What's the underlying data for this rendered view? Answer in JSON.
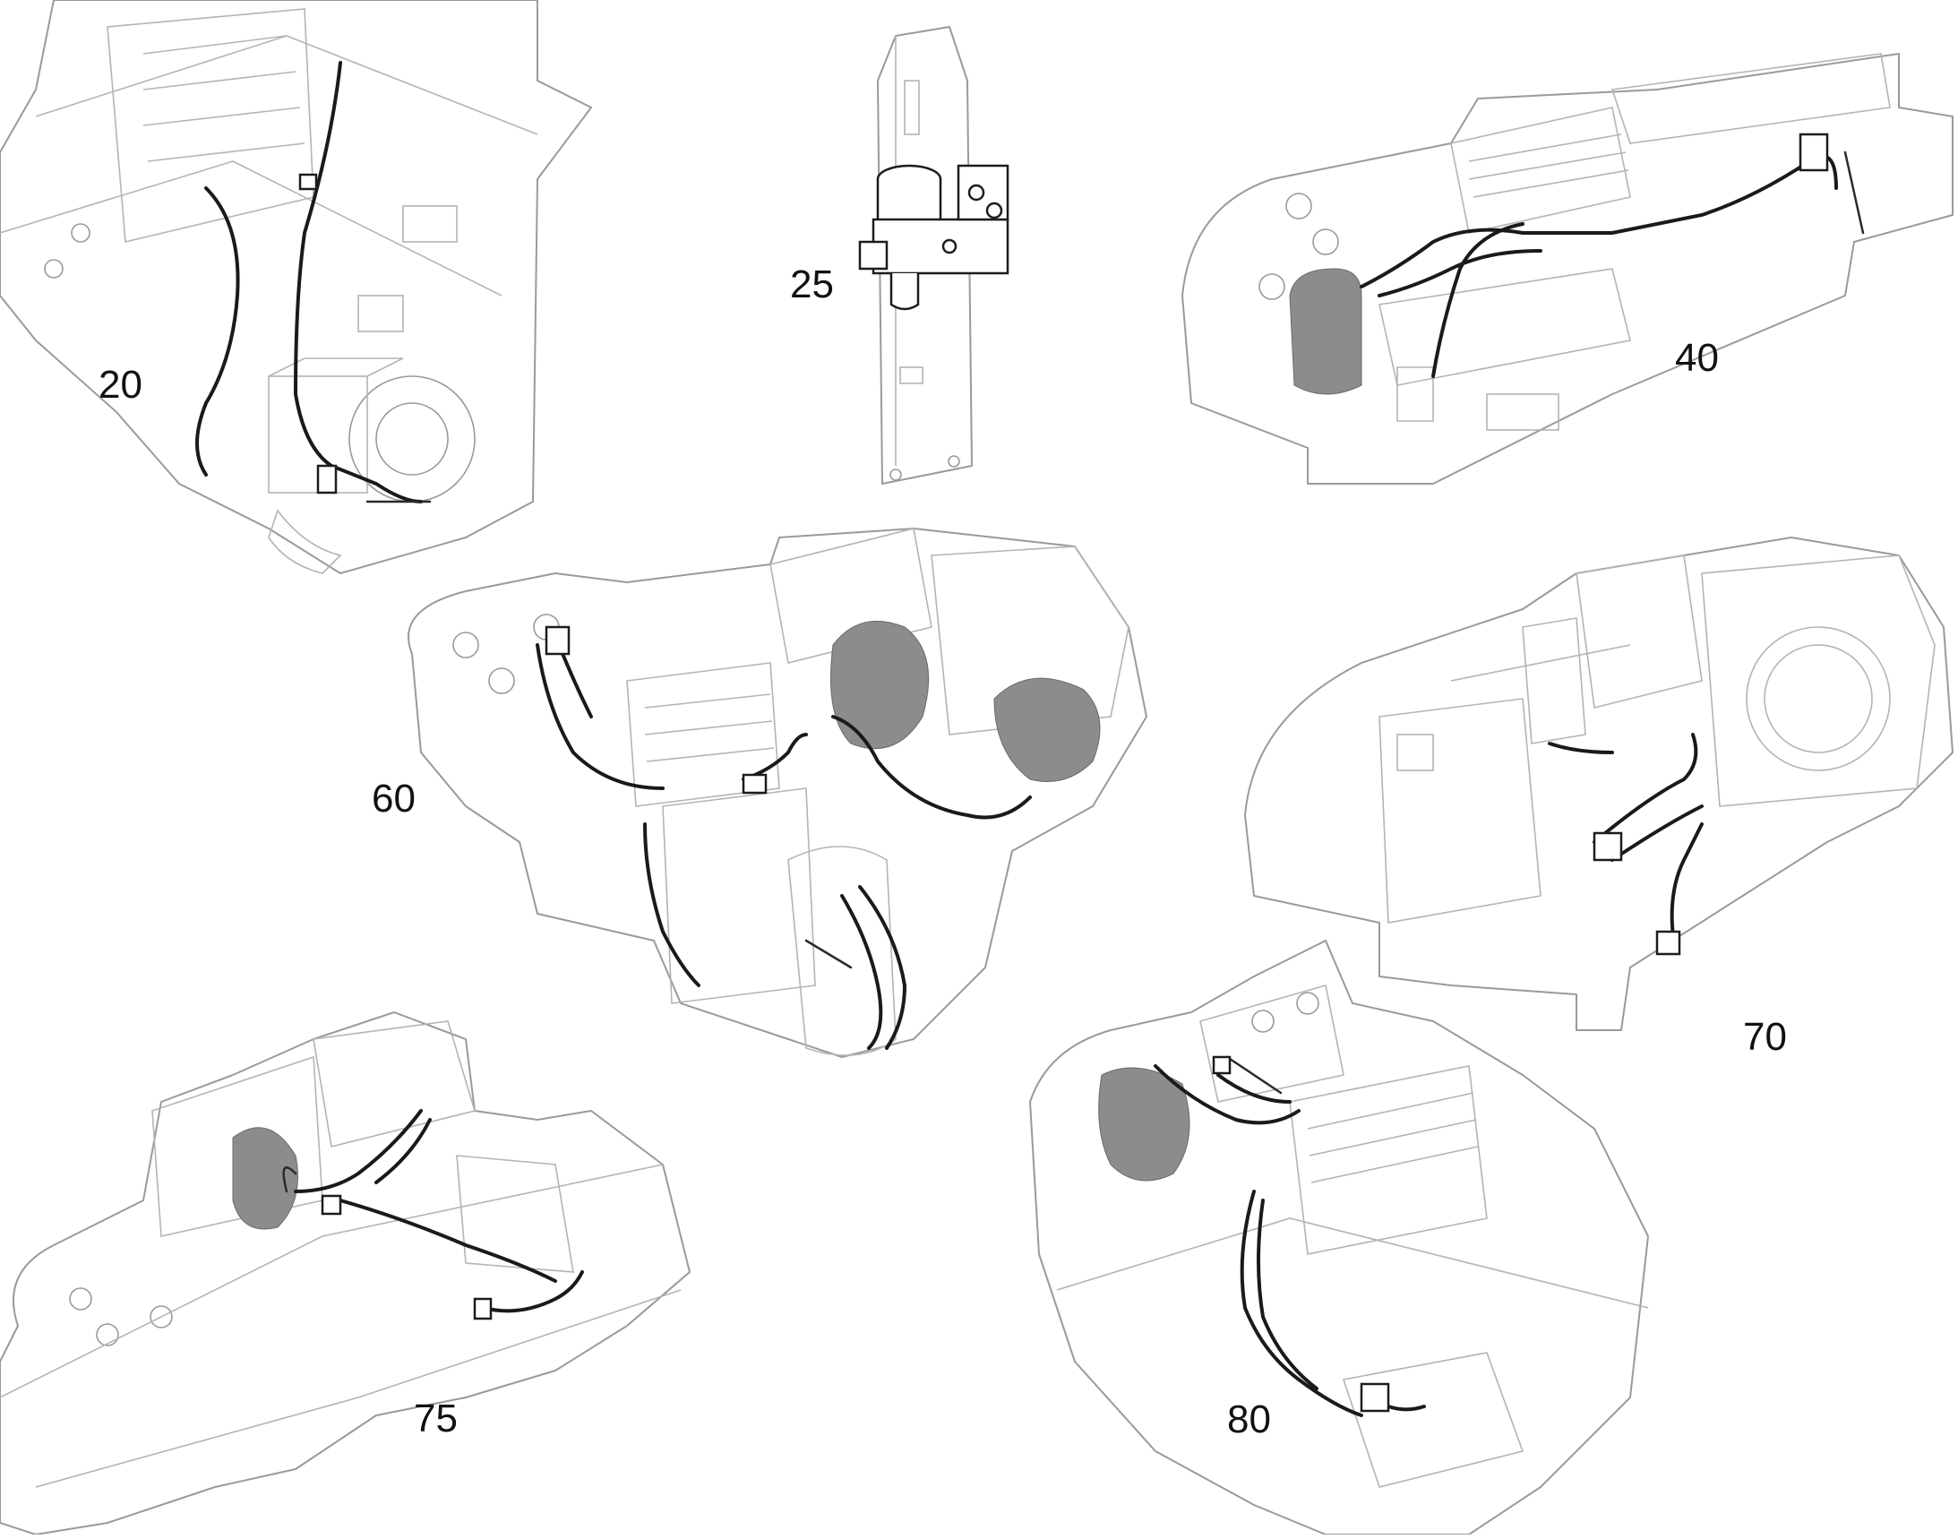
{
  "callouts": {
    "c20": "20",
    "c25": "25",
    "c40": "40",
    "c60": "60",
    "c70": "70",
    "c75": "75",
    "c80": "80"
  },
  "colors": {
    "frame_line": "#9a9a9a",
    "hose_line": "#1a1a1a",
    "shaded_part": "#8c8c8c",
    "background": "#ffffff"
  }
}
